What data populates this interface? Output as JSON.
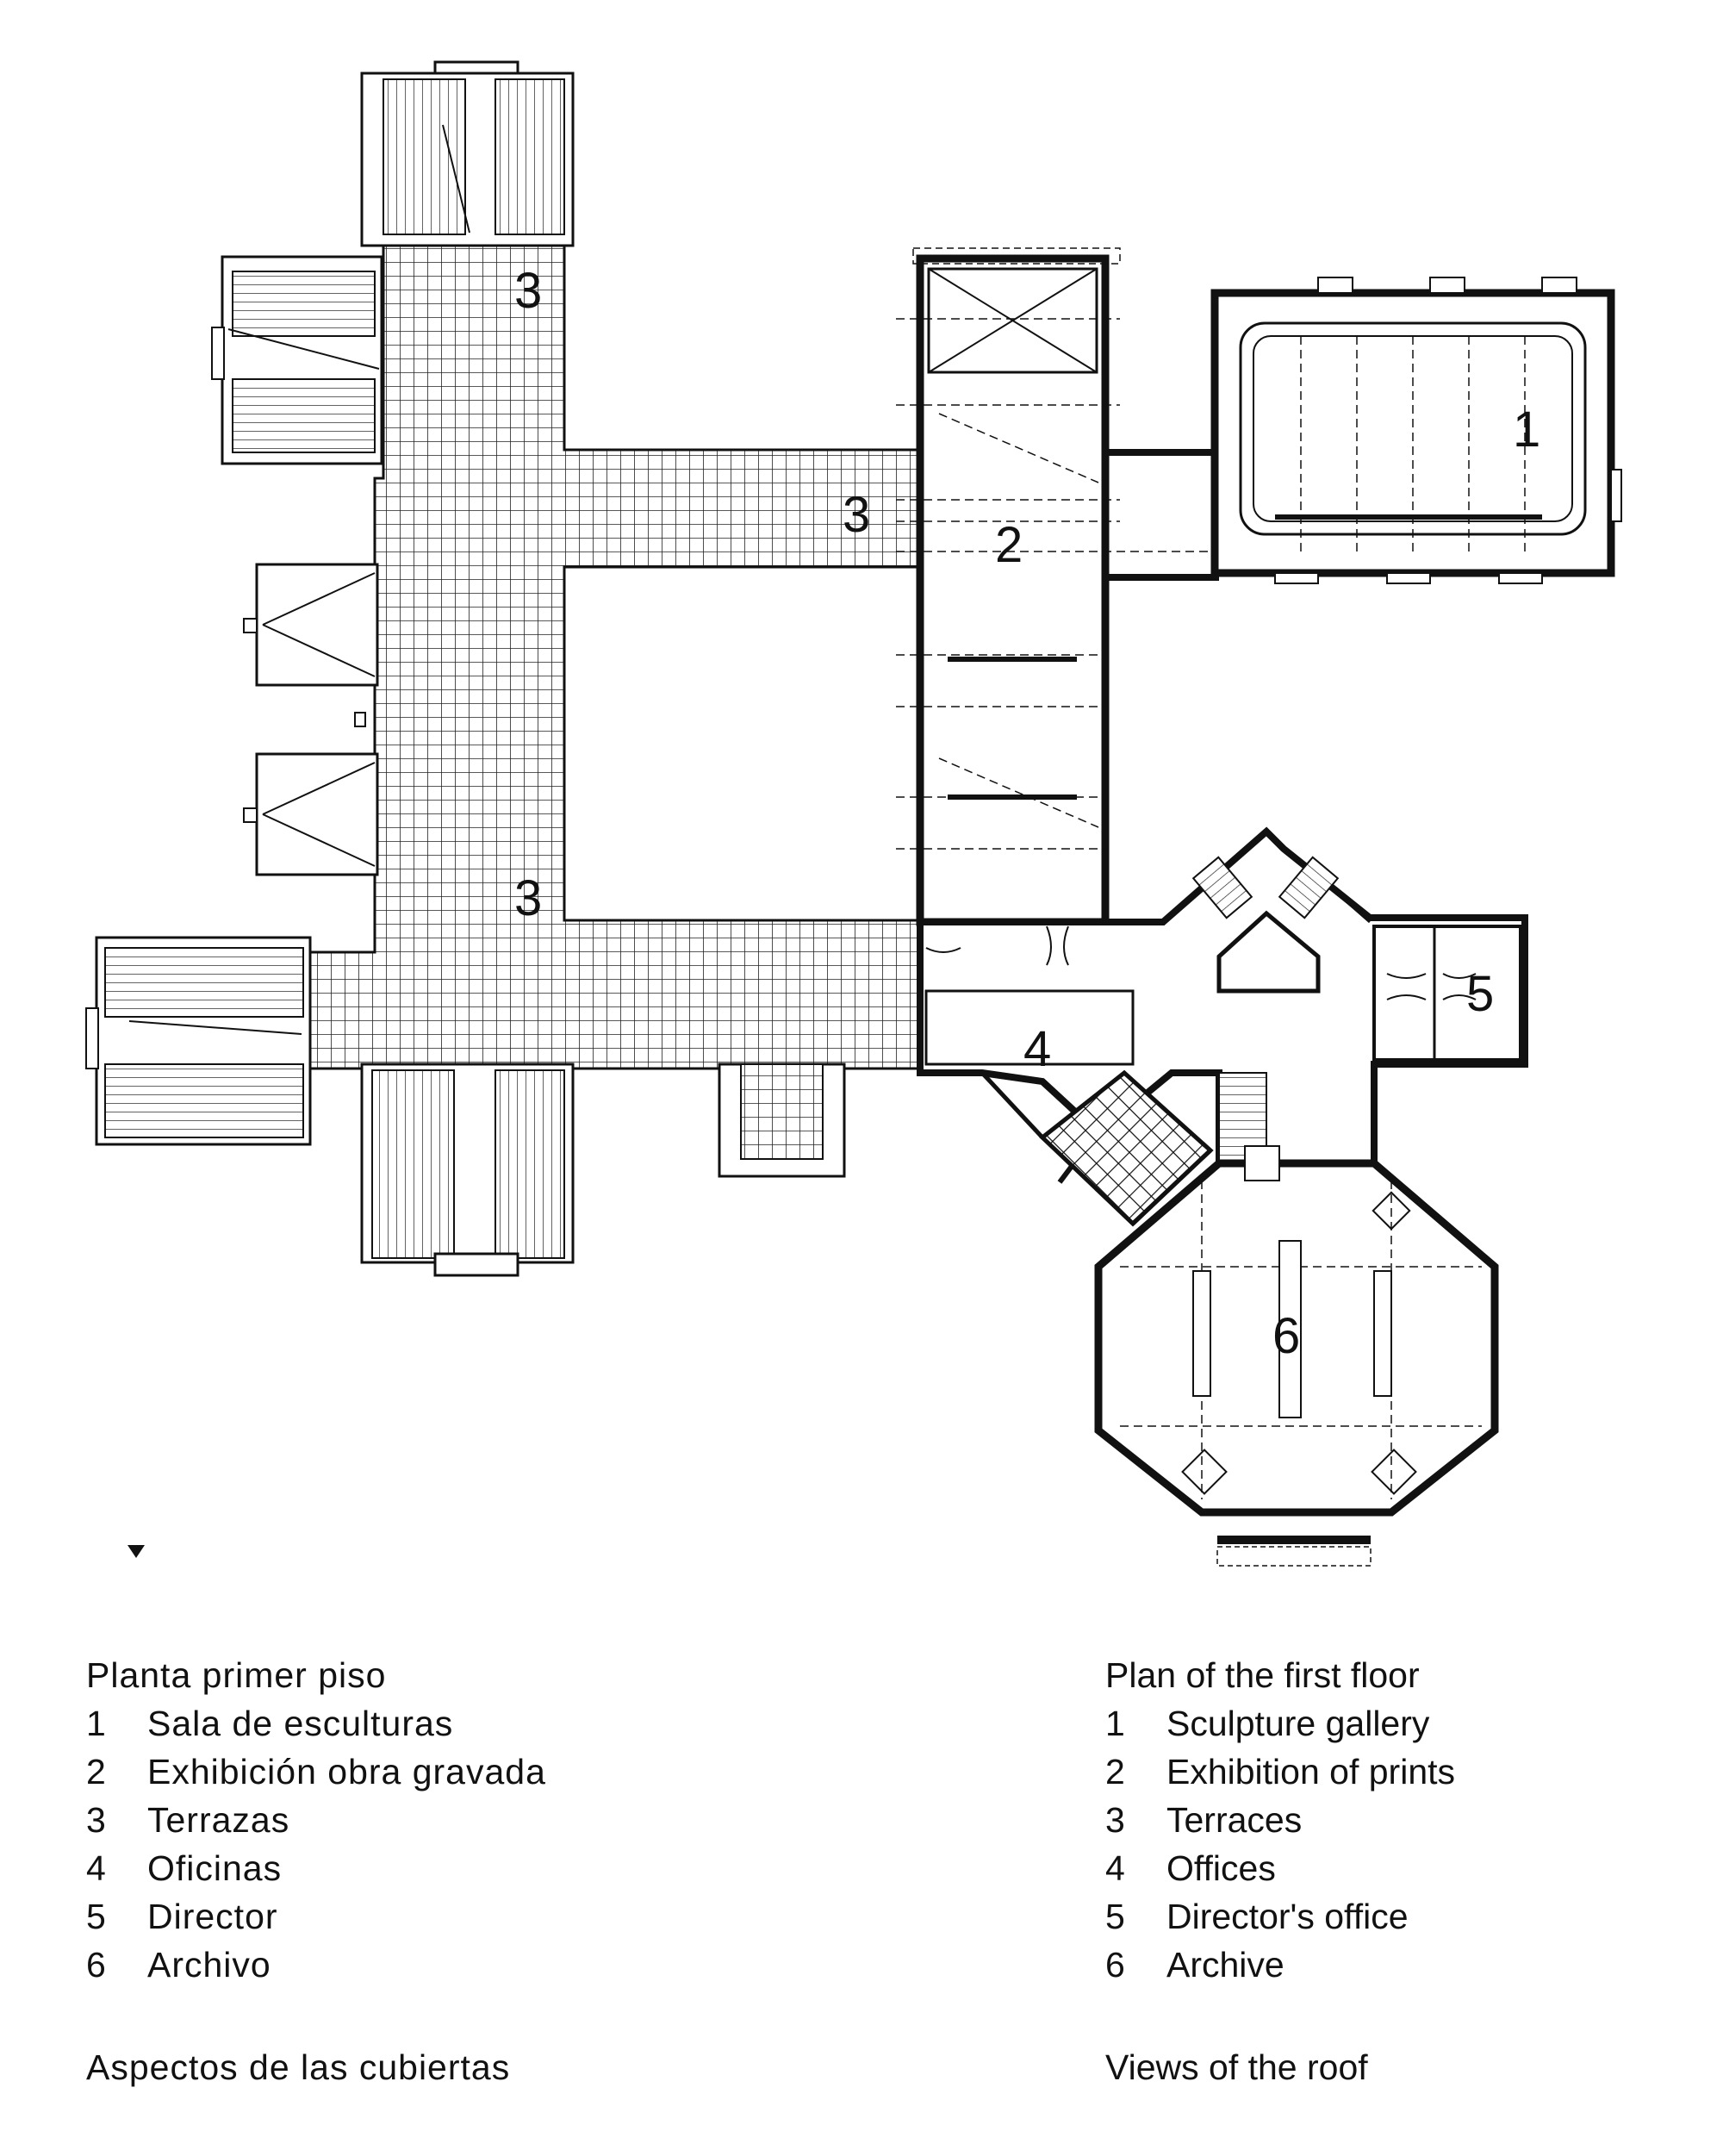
{
  "plan": {
    "room_labels": [
      "1",
      "2",
      "3",
      "3",
      "3",
      "4",
      "5",
      "6"
    ]
  },
  "legend_es": {
    "title": "Planta primer piso",
    "items": [
      {
        "num": "1",
        "label": "Sala de esculturas"
      },
      {
        "num": "2",
        "label": "Exhibición obra gravada"
      },
      {
        "num": "3",
        "label": "Terrazas"
      },
      {
        "num": "4",
        "label": "Oficinas"
      },
      {
        "num": "5",
        "label": "Director"
      },
      {
        "num": "6",
        "label": "Archivo"
      }
    ],
    "subtitle": "Aspectos de las cubiertas"
  },
  "legend_en": {
    "title": "Plan of the first floor",
    "items": [
      {
        "num": "1",
        "label": "Sculpture gallery"
      },
      {
        "num": "2",
        "label": "Exhibition of prints"
      },
      {
        "num": "3",
        "label": "Terraces"
      },
      {
        "num": "4",
        "label": "Offices"
      },
      {
        "num": "5",
        "label": "Director's office"
      },
      {
        "num": "6",
        "label": "Archive"
      }
    ],
    "subtitle": "Views of the roof"
  }
}
